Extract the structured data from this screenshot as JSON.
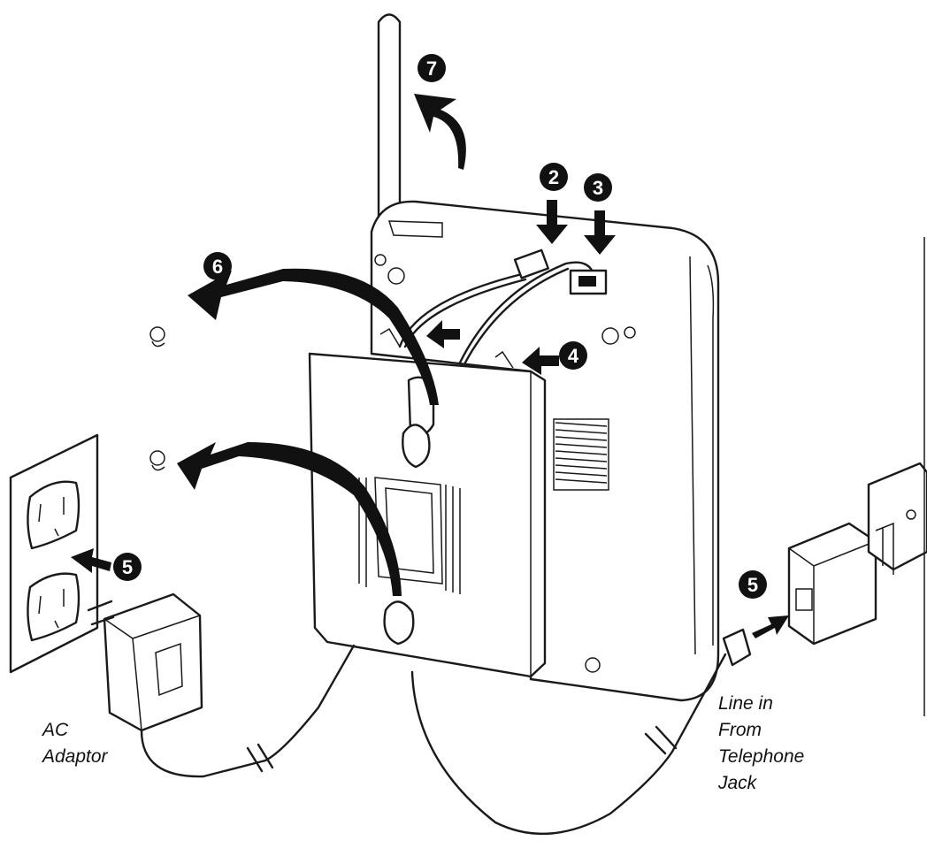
{
  "steps": {
    "s2": "2",
    "s3": "3",
    "s4": "4",
    "s5a": "5",
    "s5b": "5",
    "s6": "6",
    "s7": "7"
  },
  "labels": {
    "ac_line1": "AC",
    "ac_line2": "Adaptor",
    "line_in_1": "Line in",
    "line_in_2": "From",
    "line_in_3": "Telephone",
    "line_in_4": "Jack"
  },
  "colors": {
    "ink": "#111111",
    "paper": "#ffffff"
  }
}
